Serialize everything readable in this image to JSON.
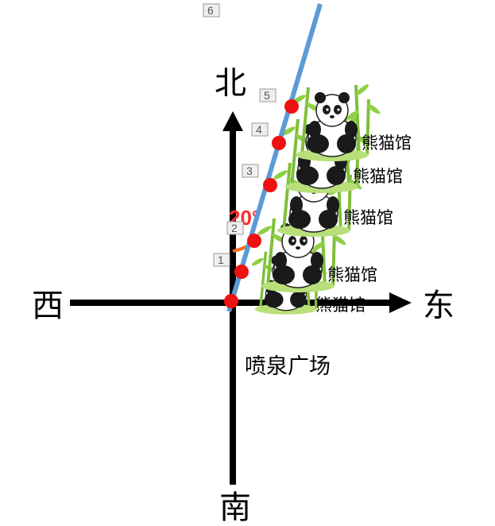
{
  "directions": {
    "north": "北",
    "south": "南",
    "east": "东",
    "west": "西"
  },
  "plaza_label": "喷泉广场",
  "angle_label": "20°",
  "panda_label": "熊猫馆",
  "point_numbers": [
    "1",
    "2",
    "3",
    "4",
    "5",
    "6"
  ],
  "pandas": [
    {
      "label": "熊猫馆"
    },
    {
      "label": "熊猫馆"
    },
    {
      "label": "熊猫馆"
    },
    {
      "label": "熊猫馆"
    },
    {
      "label": "熊猫馆"
    }
  ],
  "colors": {
    "axis": "#000000",
    "ray": "#5b9bd5",
    "dot": "#ee1111",
    "angle_mark": "#ff6a1a",
    "bamboo": "#7fbf3a"
  }
}
